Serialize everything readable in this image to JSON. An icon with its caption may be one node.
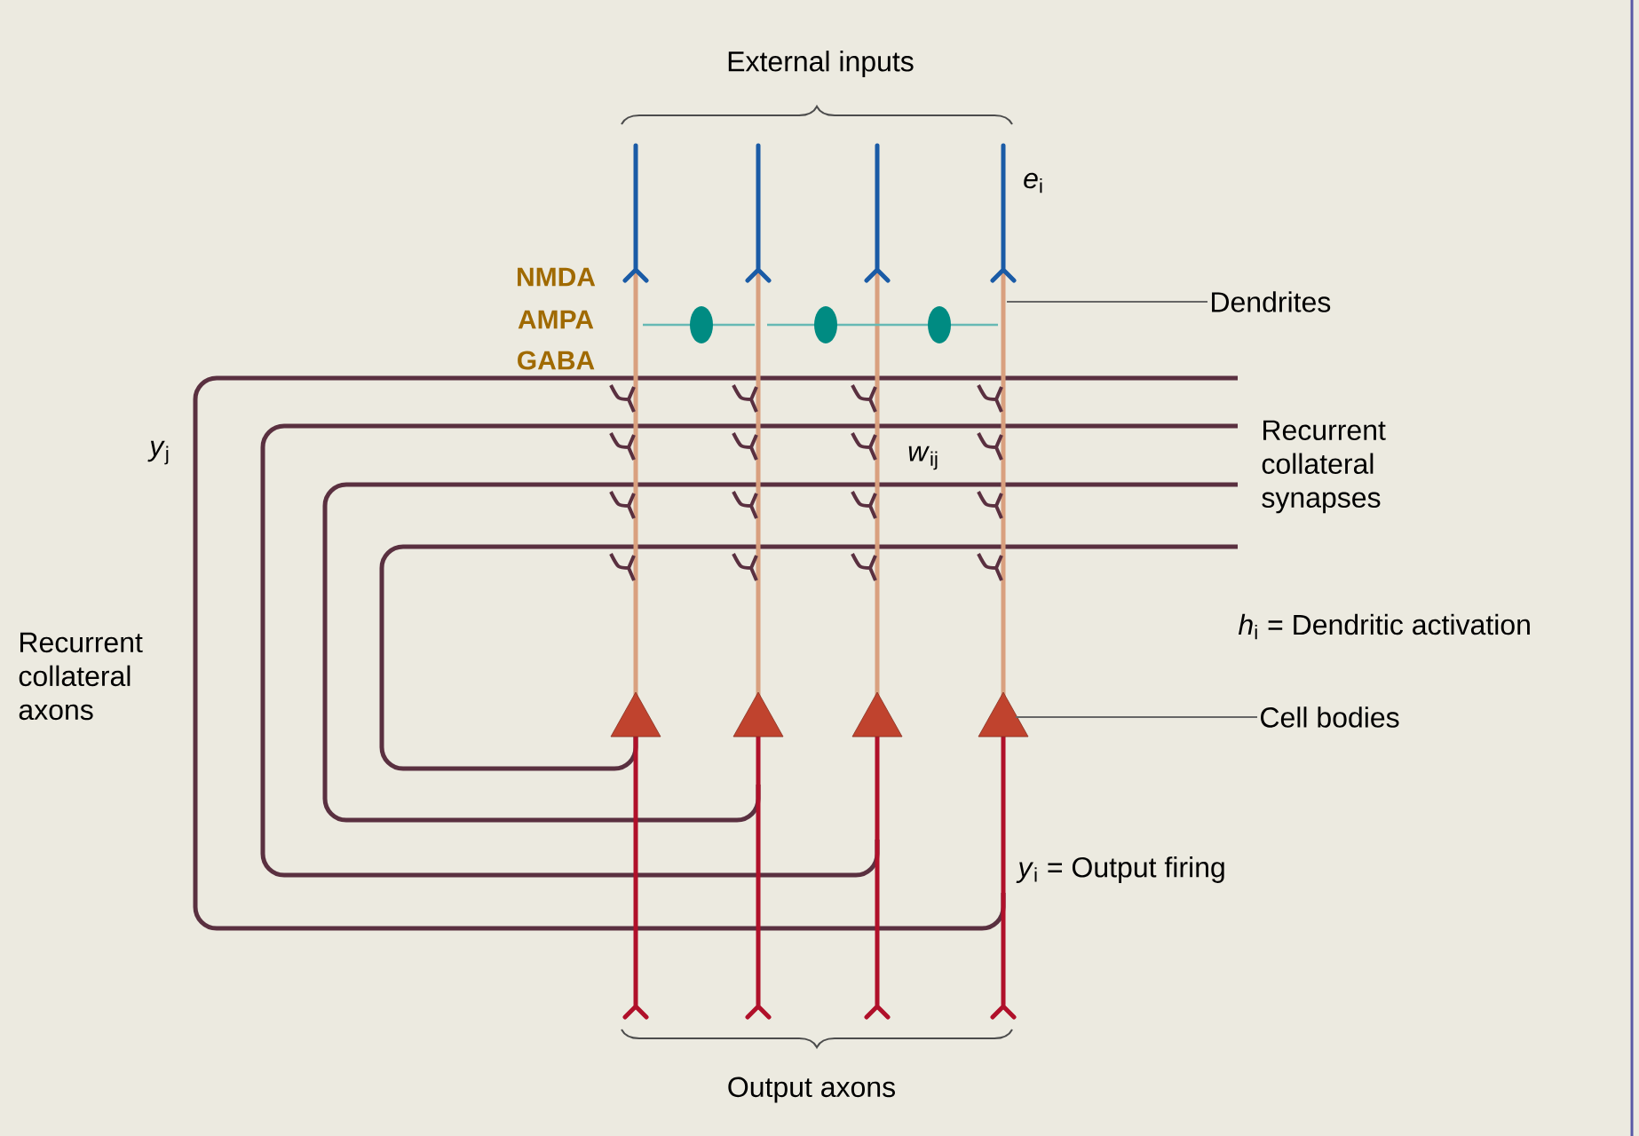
{
  "diagram": {
    "nodes": [
      {
        "text": [
          "Dendrites"
        ]
      },
      {
        "text": [
          "Cell bodies"
        ]
      }
    ],
    "edges": [
      {
        "from": 0,
        "to": null,
        "arrow": "none"
      },
      {
        "from": 1,
        "to": null,
        "arrow": "none"
      }
    ],
    "labels": [
      "External inputs",
      "*e*$_{i}$",
      "NMDA",
      "AMPA",
      "GABA",
      "*y*$_{j}$",
      "*w*$_{ij}$",
      "Recurrent collateral synapses",
      "*h*$_{i}$ = Dendritic activation",
      "Recurrent collateral axons",
      "*y*$_{i}$ = Output firing",
      "Output axons"
    ]
  }
}
